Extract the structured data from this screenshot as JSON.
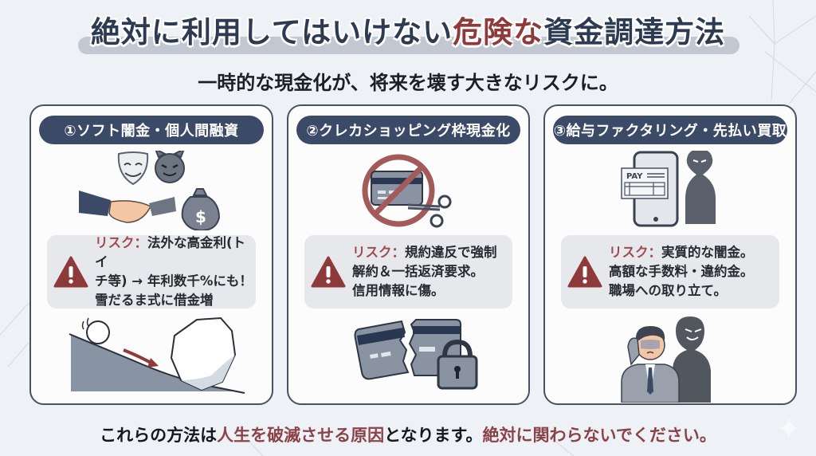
{
  "header": {
    "title_part1": "絶対に利用してはいけない",
    "title_danger": "危険な",
    "title_part2": "資金調達方法",
    "subtitle": "一時的な現金化が、将来を壊す大きなリスクに。"
  },
  "cards": [
    {
      "heading": "①ソフト闇金・個人間融資",
      "risk_label": "リスク：",
      "risk_lines": [
        "法外な高金利(トイ",
        "チ等) → 年利数千%にも！",
        "雪だるま式に借金増"
      ],
      "top_illustration": "masks-handshake-money-bag-icon",
      "bottom_illustration": "snowball-rolling-downhill-icon"
    },
    {
      "heading": "②クレカショッピング枠現金化",
      "risk_label": "リスク：",
      "risk_lines": [
        "規約違反で強制",
        "解約＆一括返済要求。",
        "信用情報に傷。"
      ],
      "top_illustration": "no-credit-card-scissors-icon",
      "bottom_illustration": "broken-card-padlock-icon"
    },
    {
      "heading": "③給与ファクタリング・先払い買取",
      "risk_label": "リスク：",
      "risk_lines": [
        "実質的な闇金。",
        "高額な手数料・違約金。",
        "職場への取り立て。"
      ],
      "top_illustration": "phone-pay-shadow-figure-icon",
      "bottom_illustration": "worried-worker-shadow-figure-icon",
      "pay_label": "PAY"
    }
  ],
  "footer": {
    "part1": "これらの方法は",
    "highlight1": "人生を破滅させる原因",
    "part2": "となります。",
    "highlight2": "絶対に関わらないでください。"
  },
  "colors": {
    "navy": "#3b4a66",
    "danger_red": "#8e3a3a",
    "risk_red": "#a04a52",
    "background": "#eef1f5",
    "risk_box": "#e6e8ec"
  }
}
